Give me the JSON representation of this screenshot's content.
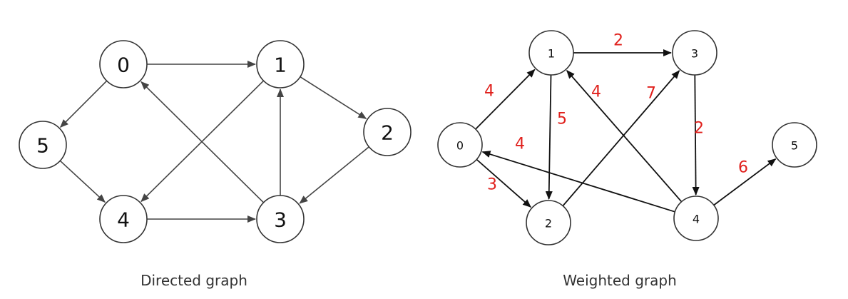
{
  "directed_graph": {
    "caption": "Directed graph",
    "nodes": [
      {
        "id": "0",
        "label": "0"
      },
      {
        "id": "1",
        "label": "1"
      },
      {
        "id": "2",
        "label": "2"
      },
      {
        "id": "3",
        "label": "3"
      },
      {
        "id": "4",
        "label": "4"
      },
      {
        "id": "5",
        "label": "5"
      }
    ],
    "edges": [
      {
        "from": "0",
        "to": "1"
      },
      {
        "from": "0",
        "to": "5"
      },
      {
        "from": "5",
        "to": "4"
      },
      {
        "from": "1",
        "to": "4"
      },
      {
        "from": "1",
        "to": "2"
      },
      {
        "from": "2",
        "to": "3"
      },
      {
        "from": "4",
        "to": "3"
      },
      {
        "from": "3",
        "to": "1"
      },
      {
        "from": "3",
        "to": "0"
      }
    ]
  },
  "weighted_graph": {
    "caption": "Weighted graph",
    "nodes": [
      {
        "id": "0",
        "label": "0"
      },
      {
        "id": "1",
        "label": "1"
      },
      {
        "id": "2",
        "label": "2"
      },
      {
        "id": "3",
        "label": "3"
      },
      {
        "id": "4",
        "label": "4"
      },
      {
        "id": "5",
        "label": "5"
      }
    ],
    "edges": [
      {
        "from": "0",
        "to": "1",
        "weight": "4"
      },
      {
        "from": "0",
        "to": "2",
        "weight": "3"
      },
      {
        "from": "1",
        "to": "3",
        "weight": "2"
      },
      {
        "from": "1",
        "to": "2",
        "weight": "5"
      },
      {
        "from": "2",
        "to": "3",
        "weight": "7"
      },
      {
        "from": "3",
        "to": "4",
        "weight": "2"
      },
      {
        "from": "4",
        "to": "1",
        "weight": "4"
      },
      {
        "from": "4",
        "to": "0",
        "weight": "4"
      },
      {
        "from": "4",
        "to": "5",
        "weight": "6"
      }
    ],
    "weight_color": "#e0201c"
  }
}
